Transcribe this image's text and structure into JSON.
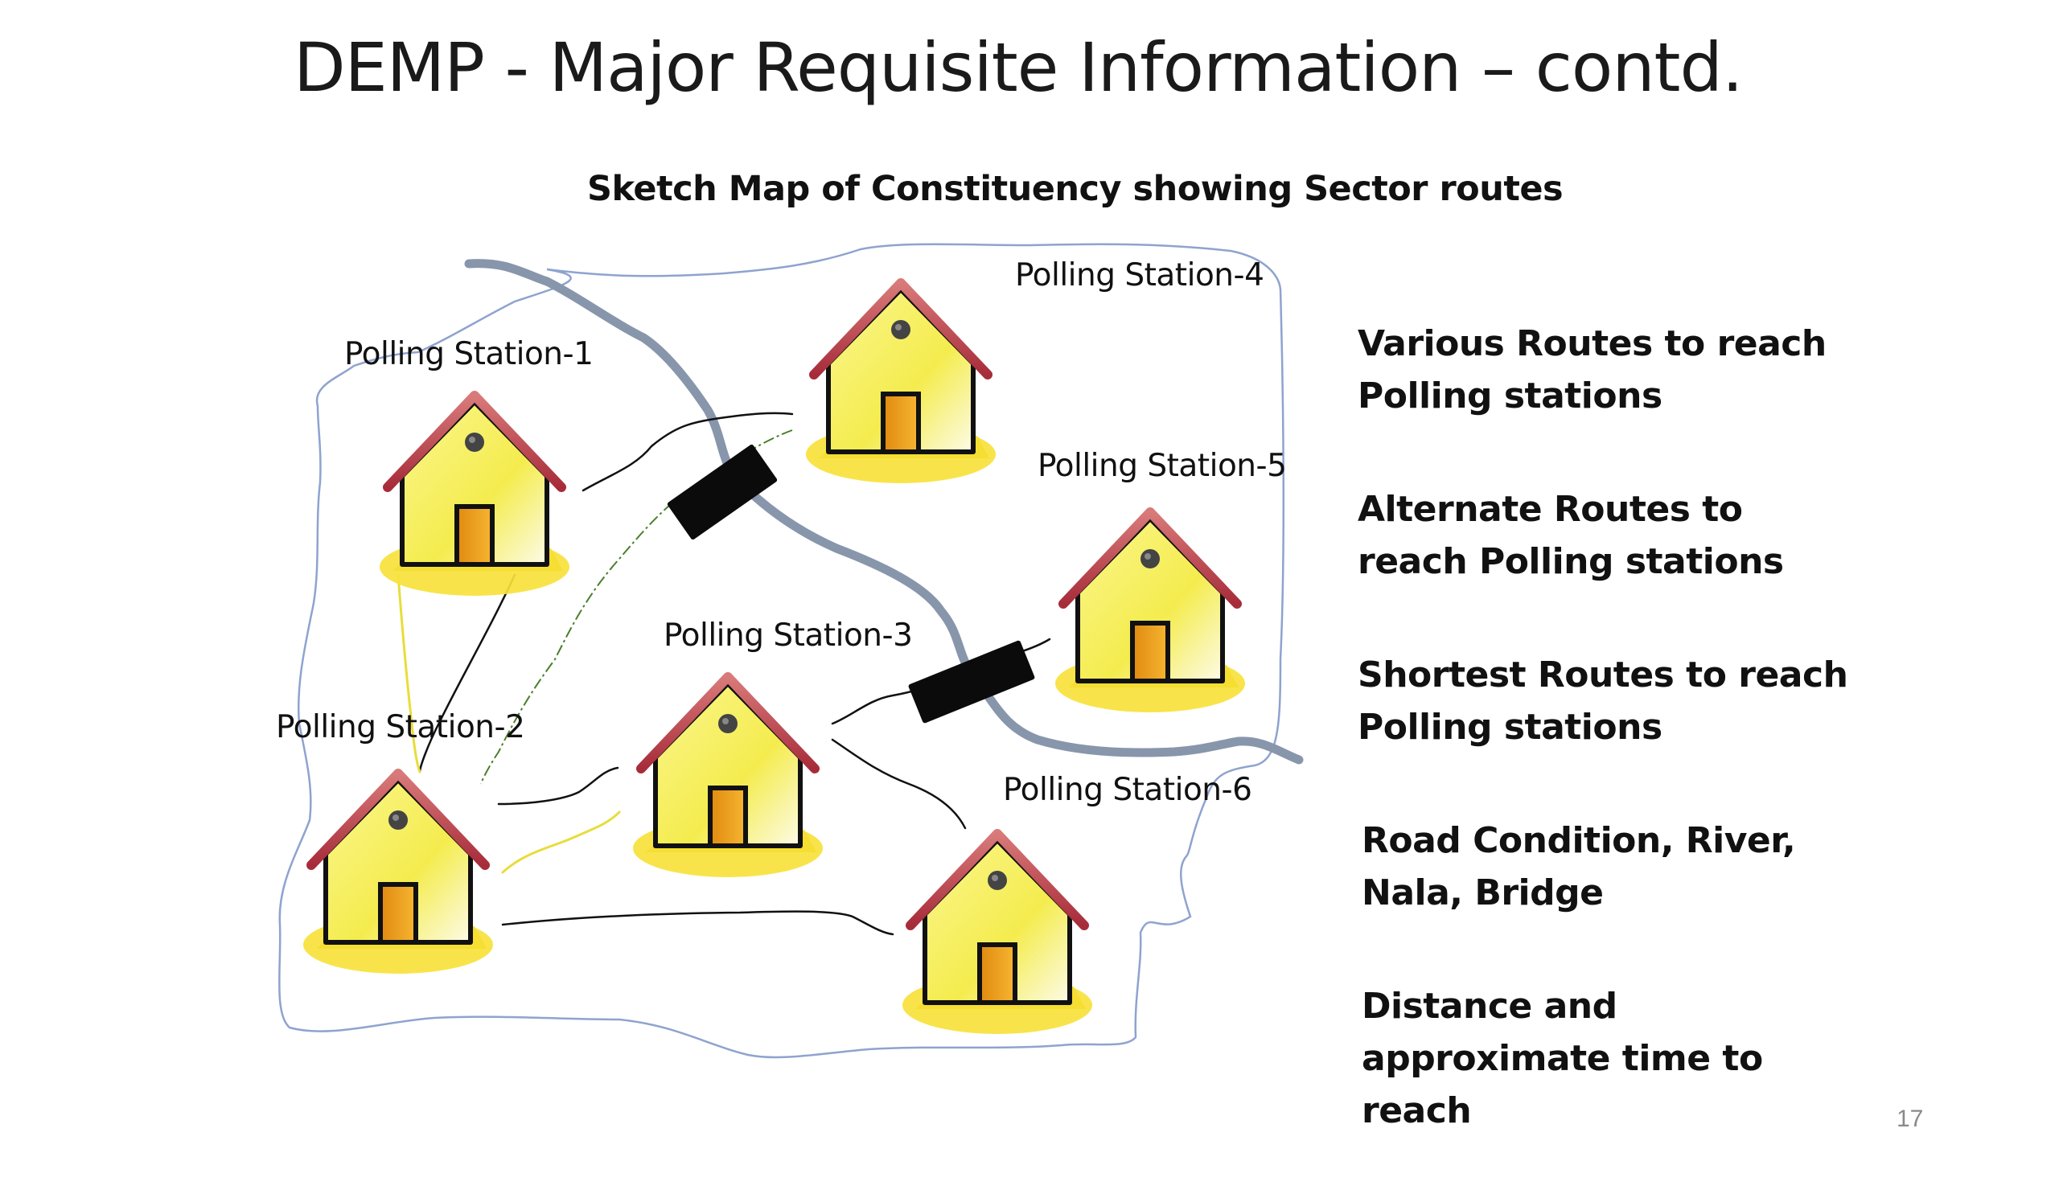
{
  "slide": {
    "title": "DEMP - Major Requisite Information – contd.",
    "page_number": "17"
  },
  "map": {
    "subtitle": "Sketch Map of Constituency showing Sector routes",
    "stations": [
      {
        "id": 1,
        "label": "Polling Station-1"
      },
      {
        "id": 2,
        "label": "Polling Station-2"
      },
      {
        "id": 3,
        "label": "Polling Station-3"
      },
      {
        "id": 4,
        "label": "Polling Station-4"
      },
      {
        "id": 5,
        "label": "Polling Station-5"
      },
      {
        "id": 6,
        "label": "Polling Station-6"
      }
    ]
  },
  "info": {
    "items": [
      {
        "line1": "Various Routes to reach",
        "line2": "Polling stations"
      },
      {
        "line1": "Alternate Routes to",
        "line2": "reach Polling stations"
      },
      {
        "line1": "Shortest Routes to reach",
        "line2": "Polling stations"
      },
      {
        "line1": "Road Condition, River,",
        "line2": "Nala, Bridge"
      },
      {
        "line1": "Distance and",
        "line2": "approximate time to",
        "line3": "reach"
      }
    ]
  },
  "colors": {
    "boundary": "#8fa3cf",
    "river": "#8896ac",
    "route_main": "#111111",
    "route_alternate": "#4a7f2a",
    "route_shortest": "#e8dd3a",
    "bridge": "#0b0b0b",
    "house_wall": "#f4ef62",
    "house_roof": "#c0434e",
    "house_door": "#f0a21b",
    "house_ground": "#f7e23b"
  },
  "icons": {
    "station": "house-icon",
    "bridge": "bridge-icon"
  }
}
